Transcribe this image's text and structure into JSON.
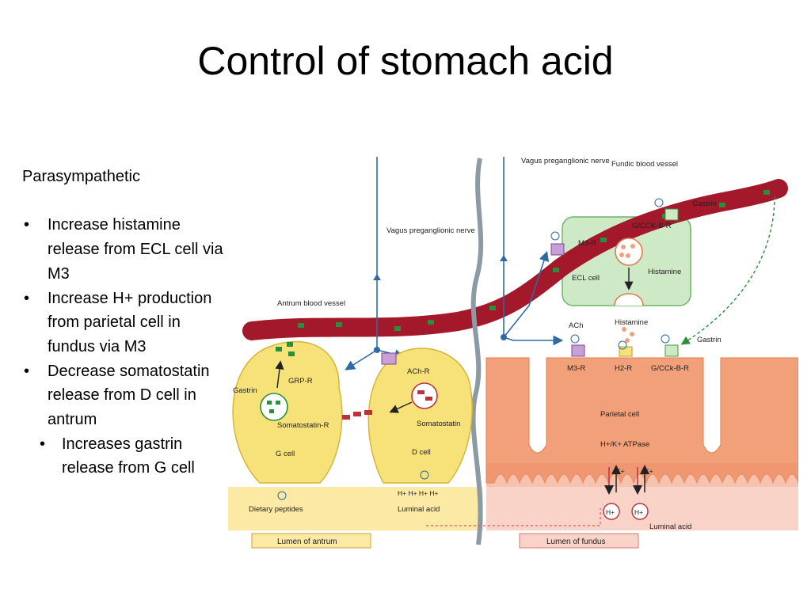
{
  "slide": {
    "title": "Control of stomach acid",
    "heading": "Parasympathetic",
    "bullets": [
      "Increase histamine release from ECL cell via M3",
      "Increase H+ production from parietal cell in fundus via M3",
      "Decrease somatostatin release from D cell in antrum"
    ],
    "sub_bullets": [
      "Increases gastrin release from G cell"
    ]
  },
  "diagram": {
    "vagus_left": "Vagus preganglionic nerve",
    "vagus_right": "Vagus preganglionic nerve",
    "fundic_vessel": "Fundic blood  vessel",
    "antrum_vessel": "Antrum blood vessel",
    "gastrin_top": "Gastrin",
    "gcck_top": "G/CCK-B-R",
    "m3r_ecl": "M3-R",
    "ecl_cell": "ECL cell",
    "histamine_in": "Histamine",
    "histamine_out": "Histamine",
    "ach": "ACh",
    "gastrin_mid": "Gastrin",
    "m3r_par": "M3-R",
    "h2r": "H2-R",
    "gcck_par": "G/CCk-B-R",
    "parietal_cell": "Parietal cell",
    "atpase": "H+/K+ ATPase",
    "k1": "K+",
    "k2": "K+",
    "hplus": "H+",
    "luminal_acid_right": "Luminal acid",
    "lumen_fundus": "Lumen of fundus",
    "gastrin_g": "Gastrin",
    "grp_r": "GRP-R",
    "somatostatin_r": "Somatostatin-R",
    "g_cell": "G cell",
    "dietary": "Dietary peptides",
    "lumen_antrum": "Lumen of antrum",
    "achr": "ACh-R",
    "somatostatin": "Somatostatin",
    "d_cell": "D cell",
    "luminal_acid_left": "Luminal acid",
    "h_ions": "H+   H+  H+   H+",
    "plus": "+"
  },
  "colors": {
    "vessel": "#a3182a",
    "g_cell": "#f7e27a",
    "parietal": "#f2a07a",
    "ecl": "#cde9c5",
    "nerve": "#2f6aa3",
    "lumen_antrum": "#fbe9a4",
    "lumen_fundus": "#f9d2c8"
  }
}
